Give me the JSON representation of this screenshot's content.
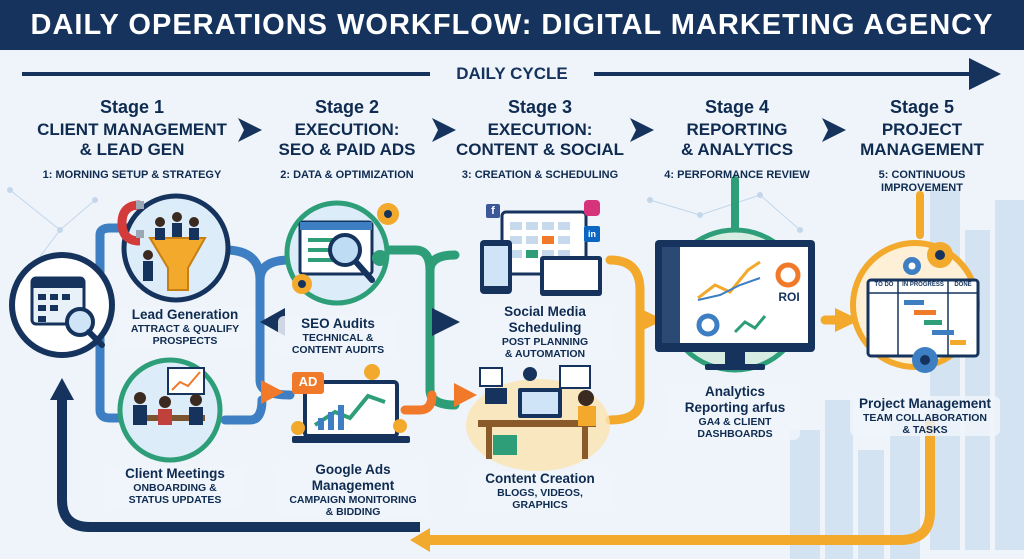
{
  "title": "DAILY OPERATIONS WORKFLOW: DIGITAL MARKETING AGENCY",
  "cycle_label": "DAILY CYCLE",
  "stages": [
    {
      "number": "Stage 1",
      "name": "CLIENT MANAGEMENT\n& LEAD GEN",
      "subtitle": "1: MORNING SETUP & STRATEGY"
    },
    {
      "number": "Stage 2",
      "name": "EXECUTION:\nSEO & PAID ADS",
      "subtitle": "2: DATA & OPTIMIZATION"
    },
    {
      "number": "Stage 3",
      "name": "EXECUTION:\nCONTENT & SOCIAL",
      "subtitle": "3: CREATION & SCHEDULING"
    },
    {
      "number": "Stage 4",
      "name": "REPORTING\n& ANALYTICS",
      "subtitle": "4: PERFORMANCE REVIEW"
    },
    {
      "number": "Stage 5",
      "name": "PROJECT\nMANAGEMENT",
      "subtitle": "5: CONTINUOUS\nIMPROVEMENT"
    }
  ],
  "nodes": {
    "lead_generation": {
      "title": "Lead Generation",
      "desc": "ATTRACT & QUALIFY\nPROSPECTS"
    },
    "client_meetings": {
      "title": "Client Meetings",
      "desc": "ONBOARDING &\nSTATUS UPDATES"
    },
    "seo_audits": {
      "title": "SEO Audits",
      "desc": "TECHNICAL &\nCONTENT AUDITS"
    },
    "google_ads": {
      "title": "Google Ads\nManagement",
      "desc": "CAMPAIGN MONITORING\n& BIDDING"
    },
    "social_media": {
      "title": "Social Media\nScheduling",
      "desc": "POST PLANNING\n& AUTOMATION"
    },
    "content_creation": {
      "title": "Content Creation",
      "desc": "BLOGS, VIDEOS,\nGRAPHICS"
    },
    "analytics": {
      "title": "Analytics\nReporting arfus",
      "desc": "GA4 & CLIENT\nDASHBOARDS"
    },
    "project_management": {
      "title": "Project Management",
      "desc": "TEAM COLLABORATION\n& TASKS"
    }
  },
  "graphics": {
    "ad_badge": "AD",
    "roi_label": "ROI",
    "kanban_columns": [
      "TO DO",
      "IN PROGRESS",
      "DONE"
    ],
    "social_icons": [
      "f",
      "in"
    ]
  },
  "colors": {
    "navy": "#15335c",
    "blue": "#3d7fc2",
    "green": "#2e9e78",
    "orange": "#f07a2a",
    "gold": "#f2a92c"
  }
}
